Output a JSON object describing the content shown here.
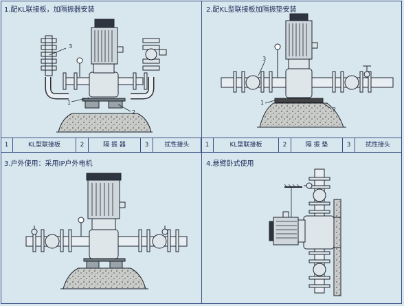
{
  "panels": {
    "p1": {
      "caption": "1.配KL联接板，加隔振器安装",
      "callouts": [
        "1",
        "2",
        "3"
      ]
    },
    "p2": {
      "caption": "2.配KL型联接板加隔振垫安装",
      "callouts": [
        "1",
        "2",
        "3"
      ]
    },
    "p3": {
      "caption": "3.户外使用：采用IP户外电机"
    },
    "p4": {
      "caption": "4.悬臂卧式使用"
    }
  },
  "legend_left": [
    {
      "num": "1",
      "label": "KL型联接板"
    },
    {
      "num": "2",
      "label": "隔 振 器"
    },
    {
      "num": "3",
      "label": "扰性接头"
    }
  ],
  "legend_right": [
    {
      "num": "1",
      "label": "KL型联接板"
    },
    {
      "num": "2",
      "label": "隔 振 垫"
    },
    {
      "num": "3",
      "label": "扰性接头"
    }
  ]
}
